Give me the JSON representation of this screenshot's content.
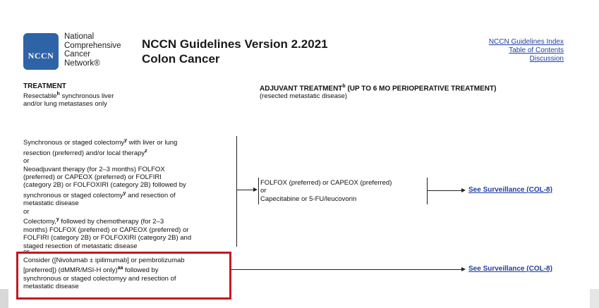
{
  "logo": {
    "abbr": "NCCN",
    "org_lines": [
      "National",
      "Comprehensive",
      "Cancer",
      "Network®"
    ]
  },
  "title": {
    "line1": "NCCN Guidelines Version 2.2021",
    "line2": "Colon Cancer"
  },
  "links": [
    "NCCN Guidelines Index",
    "Table of Contents",
    "Discussion"
  ],
  "treatment": {
    "heading": "TREATMENT",
    "sub1": "Resectable",
    "sub1_sup": "h",
    "sub1_rest": " synchronous liver",
    "sub2": "and/or lung metastases only"
  },
  "adjuvant": {
    "heading": "ADJUVANT TREATMENT",
    "heading_sup": "b",
    "heading_rest": " (UP TO 6 MO PERIOPERATIVE TREATMENT)",
    "sub": "(resected metastatic disease)"
  },
  "options": {
    "l1": "Synchronous or staged colectomy",
    "l1_sup": "y",
    "l1_rest": " with liver or lung",
    "l2": "resection (preferred) and/or local therapy",
    "l2_sup": "z",
    "or1": "or",
    "l3": "Neoadjuvant therapy (for 2–3 months) FOLFOX",
    "l4": "(preferred) or CAPEOX (preferred) or FOLFIRI",
    "l5": "(category 2B) or FOLFOXIRI (category 2B) followed by",
    "l6": "synchronous or staged colectomy",
    "l6_sup": "y",
    "l6_rest": " and resection of",
    "l7": "metastatic disease",
    "or2": "or",
    "l8": "Colectomy,",
    "l8_sup": "y",
    "l8_rest": " followed by chemotherapy (for 2–3",
    "l9": "months) FOLFOX (preferred) or CAPEOX (preferred) or",
    "l10": "FOLFIRI (category 2B) or FOLFOXIRI (category 2B) and",
    "l11": "staged resection of metastatic disease",
    "or3": "or"
  },
  "adjuvant_options": {
    "l1": "FOLFOX (preferred) or CAPEOX (preferred)",
    "or": "or",
    "l2": "Capecitabine or 5-FU/leucovorin"
  },
  "consider": {
    "l1": "Consider ([Nivolumab ± ipilimumab] or pembrolizumab",
    "l2": "[preferred]) (dMMR/MSI-H only)",
    "l2_sup": "aa",
    "l2_rest": " followed by",
    "l3": "synchronous or staged colectomyy and resection of",
    "l4": "metastatic disease"
  },
  "surveillance": {
    "label1": "See Surveillance (COL-8)",
    "label2": "See Surveillance (COL-8)"
  },
  "colors": {
    "brand_blue": "#2f63a8",
    "link_blue": "#1f3fa3",
    "highlight_red": "#c01a22"
  }
}
